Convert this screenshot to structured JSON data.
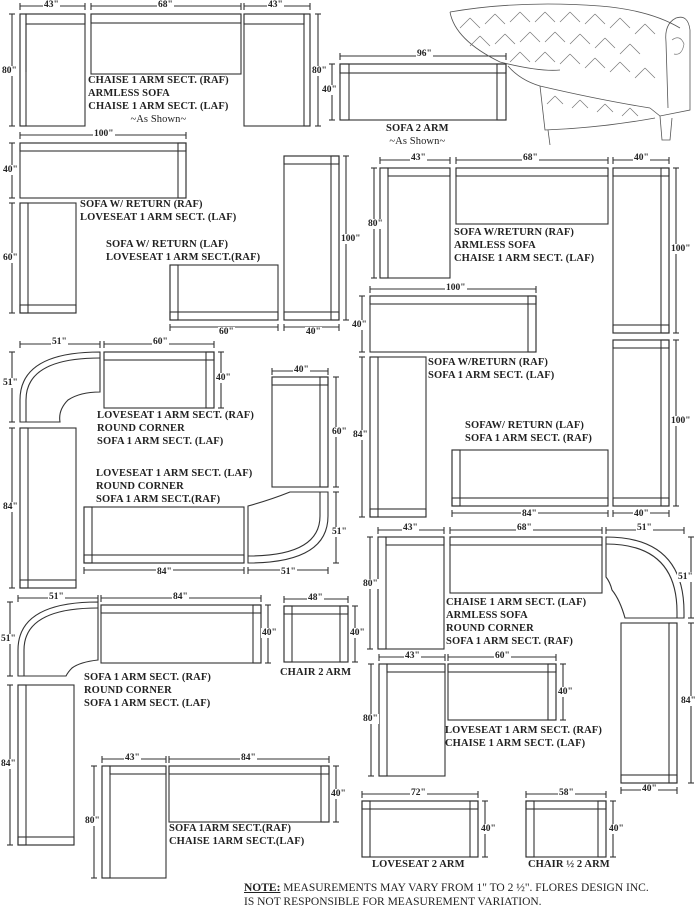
{
  "labels": {
    "g1": [
      "CHAISE 1 ARM SECT. (RAF)",
      "ARMLESS SOFA",
      "CHAISE 1 ARM SECT. (LAF)",
      "~As Shown~"
    ],
    "g2": [
      "SOFA 2 ARM",
      "~As Shown~"
    ],
    "g3": [
      "SOFA W/ RETURN (RAF)",
      "LOVESEAT  1 ARM SECT. (LAF)"
    ],
    "g4": [
      "SOFA  W/ RETURN (LAF)",
      "LOVESEAT 1 ARM SECT.(RAF)"
    ],
    "g5": [
      "SOFA W/RETURN (RAF)",
      "ARMLESS SOFA",
      "CHAISE 1 ARM SECT. (LAF)"
    ],
    "g6": [
      "SOFA W/RETURN (RAF)",
      "SOFA 1 ARM SECT. (LAF)"
    ],
    "g7": [
      "LOVESEAT 1 ARM SECT. (RAF)",
      "ROUND CORNER",
      "SOFA 1 ARM SECT. (LAF)"
    ],
    "g8": [
      "SOFAW/ RETURN (LAF)",
      "SOFA 1 ARM SECT. (RAF)"
    ],
    "g9": [
      "LOVESEAT 1 ARM SECT. (LAF)",
      "ROUND CORNER",
      "SOFA 1 ARM SECT.(RAF)"
    ],
    "g10": [
      "CHAISE 1 ARM SECT. (LAF)",
      "ARMLESS SOFA",
      "ROUND CORNER",
      "SOFA 1 ARM SECT. (RAF)"
    ],
    "g11": [
      "SOFA 1 ARM SECT. (RAF)",
      "ROUND CORNER",
      "SOFA 1 ARM SECT. (LAF)"
    ],
    "g12": [
      "CHAIR 2 ARM"
    ],
    "g13": [
      "LOVESEAT 1 ARM SECT. (RAF)",
      "CHAISE 1 ARM SECT. (LAF)"
    ],
    "g14": [
      "SOFA 1ARM SECT.(RAF)",
      "CHAISE 1ARM SECT.(LAF)"
    ],
    "g15": [
      "LOVESEAT 2 ARM"
    ],
    "g16": [
      "CHAIR ½  2 ARM"
    ]
  },
  "dims": {
    "d43a": "43\"",
    "d68a": "68\"",
    "d43b": "43\"",
    "d80a": "80\"",
    "d80b": "80\"",
    "d96": "96\"",
    "d40a": "40\"",
    "d100a": "100\"",
    "d40b": "40\"",
    "d60a": "60\"",
    "d100b": "100\"",
    "d60b": "60\"",
    "d40c": "40\"",
    "d43c": "43\"",
    "d68b": "68\"",
    "d40d": "40\"",
    "d80c": "80\"",
    "d100c": "100\"",
    "d100d": "100\"",
    "d40e": "40\"",
    "d51a": "51\"",
    "d60c": "60\"",
    "d51b": "51\"",
    "d40f": "40\"",
    "d84a": "84\"",
    "d40g": "40\"",
    "d60d": "60\"",
    "d84b": "84\"",
    "d100e": "100\"",
    "d84c": "84\"",
    "d40h": "40\"",
    "d84d": "84\"",
    "d51c": "51\"",
    "d51d": "51\"",
    "d43d": "43\"",
    "d68c": "68\"",
    "d51e": "51\"",
    "d80d": "80\"",
    "d51f": "51\"",
    "d51g": "51\"",
    "d84e": "84\"",
    "d51h": "51\"",
    "d40i": "40\"",
    "d84f": "84\"",
    "d48": "48\"",
    "d40j": "40\"",
    "d43e": "43\"",
    "d60e": "60\"",
    "d80e": "80\"",
    "d40k": "40\"",
    "d84g": "84\"",
    "d40l": "40\"",
    "d43f": "43\"",
    "d84h": "84\"",
    "d80f": "80\"",
    "d40m": "40\"",
    "d72": "72\"",
    "d40n": "40\"",
    "d58": "58\"",
    "d40o": "40\""
  },
  "note": {
    "heading": "NOTE:",
    "line1": " MEASUREMENTS MAY VARY FROM 1\" TO 2 ½\". FLORES DESIGN INC.",
    "line2": "IS NOT RESPONSIBLE FOR MEASUREMENT VARIATION."
  }
}
